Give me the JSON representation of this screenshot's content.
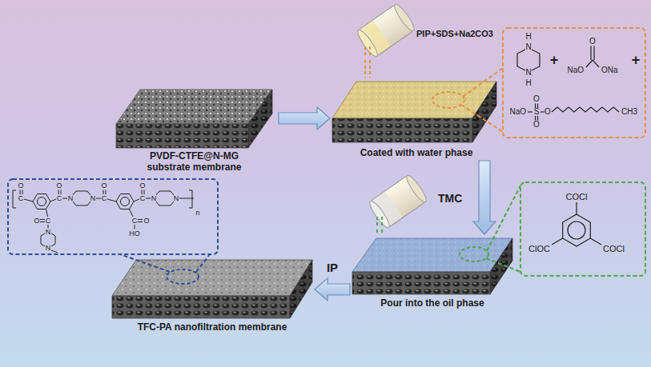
{
  "diagram": {
    "nodes": [
      {
        "text": [
          "PIP+SDS+Na2CO3"
        ]
      },
      {
        "text": [
          "PVDF-CTFE@N-MG substrate membrane"
        ]
      },
      {
        "text": [
          "Coated with water phase"
        ]
      },
      {
        "text": [
          "TMC"
        ]
      },
      {
        "text": [
          "Pour into the oil phase"
        ]
      },
      {
        "text": [
          "TFC-PA nanofiltration membrane"
        ]
      }
    ],
    "edges": [
      {
        "from": 1,
        "to": 2,
        "arrow": "to"
      },
      {
        "from": 2,
        "to": 4,
        "arrow": "to"
      },
      {
        "from": 4,
        "to": 5,
        "label": "IP",
        "arrow": "to"
      },
      {
        "from": 0,
        "to": 2,
        "arrow": "none"
      },
      {
        "from": 3,
        "to": 4,
        "arrow": "none"
      }
    ],
    "labels": [
      "H",
      "N",
      "N",
      "H",
      "+",
      "O",
      "NaO",
      "ONa",
      "+",
      "NaO",
      "S",
      "O",
      "O",
      "O",
      "CH3",
      "COCl",
      "COCl",
      "ClOC",
      "C",
      "O",
      "C",
      "O",
      "N",
      "N",
      "C",
      "O",
      "C",
      "O",
      "N",
      "N",
      "n",
      "C",
      "O",
      "N",
      "N",
      "C",
      "O",
      "HO"
    ]
  }
}
